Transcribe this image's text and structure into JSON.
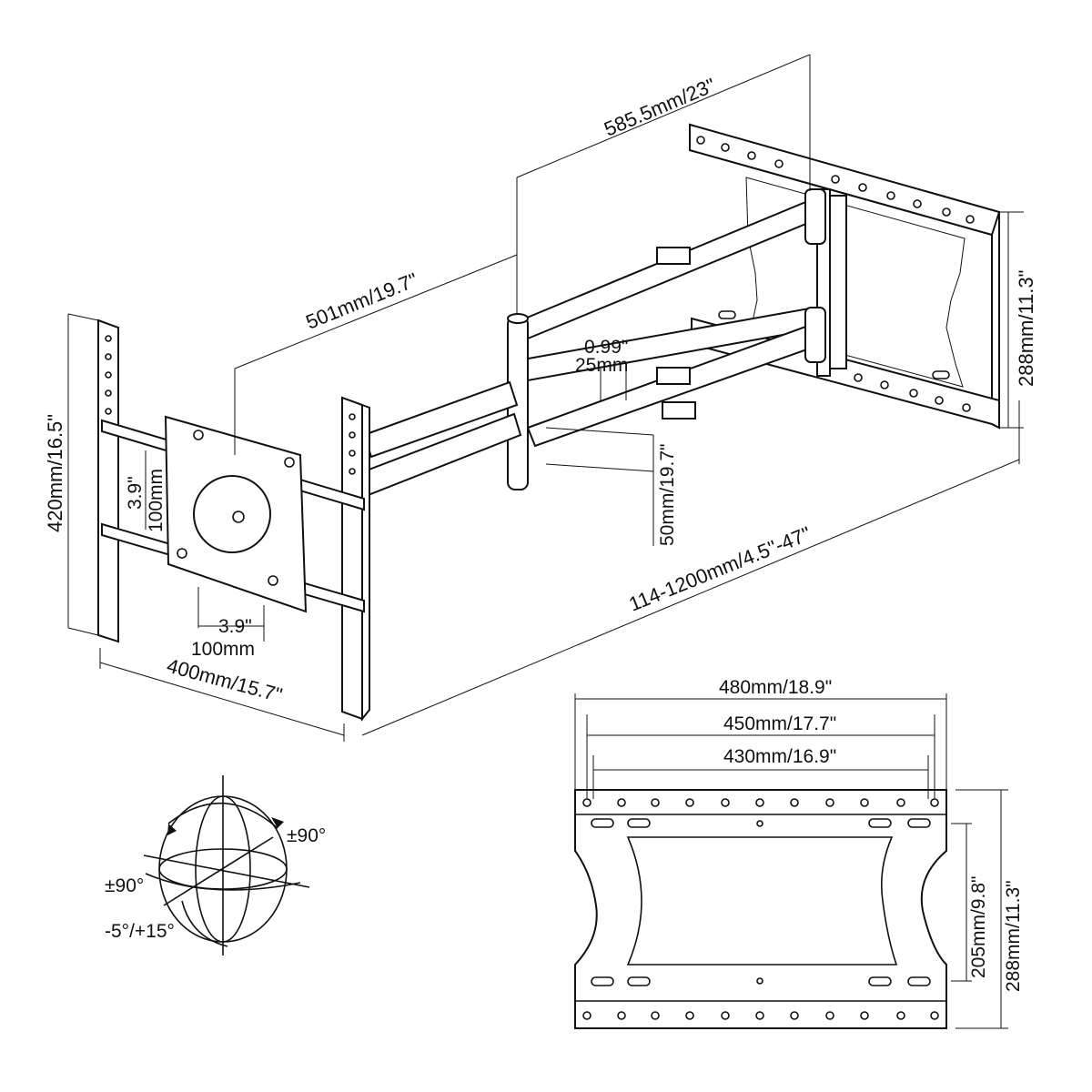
{
  "dimensions": {
    "arm_upper_length": "585.5mm/23\"",
    "arm_lower_length": "501mm/19.7\"",
    "tv_plate_height": "420mm/16.5\"",
    "tv_plate_width": "400mm/15.7\"",
    "vesa_min_vertical_in": "3.9\"",
    "vesa_min_vertical_mm": "100mm",
    "vesa_min_horizontal_in": "3.9\"",
    "vesa_min_horizontal_mm": "100mm",
    "arm_gap_in": "0.99\"",
    "arm_gap_mm": "25mm",
    "arm_thickness": "50mm/19.7\"",
    "extension_range": "114-1200mm/4.5''-47''",
    "wall_plate_height": "288mm/11.3\"",
    "wall_plate_width_outer": "480mm/18.9\"",
    "wall_plate_width_middle": "450mm/17.7\"",
    "wall_plate_width_inner": "430mm/16.9\"",
    "wall_plate_slot_spacing": "205mm/9.8\"",
    "wall_plate_front_height": "288mm/11.3\""
  },
  "motion": {
    "rotate": "±90°",
    "swivel": "±90°",
    "tilt": "-5°/+15°"
  }
}
